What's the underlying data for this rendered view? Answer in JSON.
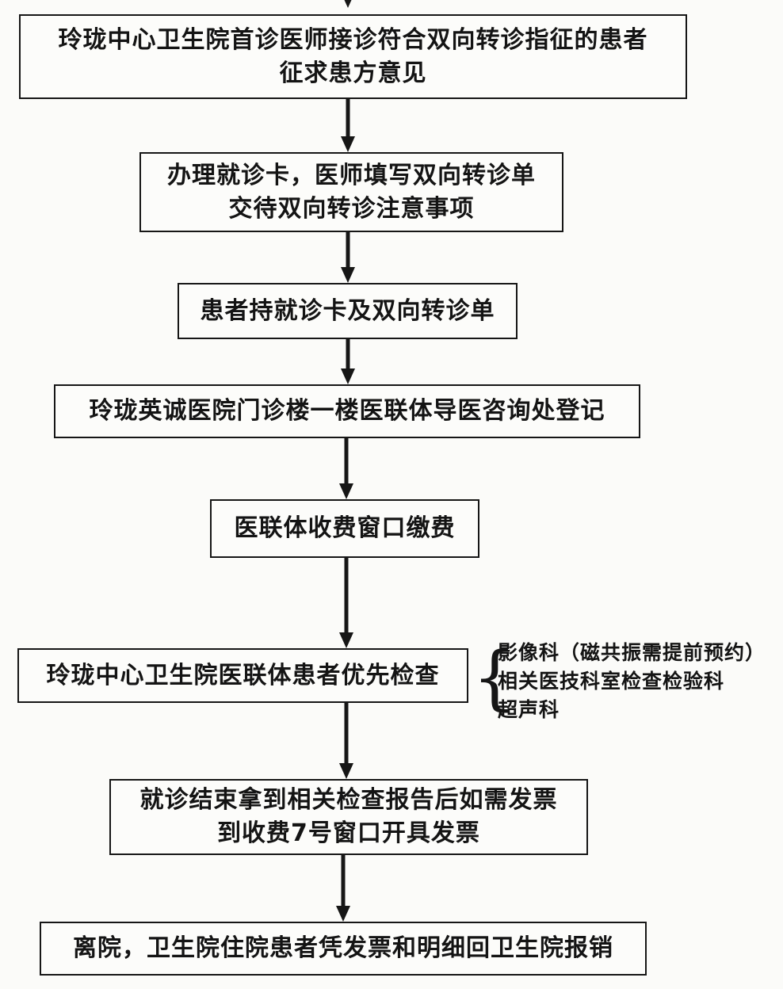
{
  "steps": [
    {
      "lines": [
        "玲珑中心卫生院首诊医师接诊符合双向转诊指征的患者",
        "征求患方意见"
      ]
    },
    {
      "lines": [
        "办理就诊卡，医师填写双向转诊单",
        "交待双向转诊注意事项"
      ]
    },
    {
      "lines": [
        "患者持就诊卡及双向转诊单"
      ]
    },
    {
      "lines": [
        "玲珑英诚医院门诊楼一楼医联体导医咨询处登记"
      ]
    },
    {
      "lines": [
        "医联体收费窗口缴费"
      ]
    },
    {
      "lines": [
        "玲珑中心卫生院医联体患者优先检查"
      ]
    },
    {
      "lines": [
        "就诊结束拿到相关检查报告后如需发票",
        "到收费7号窗口开具发票"
      ]
    },
    {
      "lines": [
        "离院，卫生院住院患者凭发票和明细回卫生院报销"
      ]
    }
  ],
  "side_notes": {
    "brace": "{",
    "items": [
      "影像科（磁共振需提前预约）",
      "相关医技科室检查检验科",
      "超声科"
    ]
  }
}
